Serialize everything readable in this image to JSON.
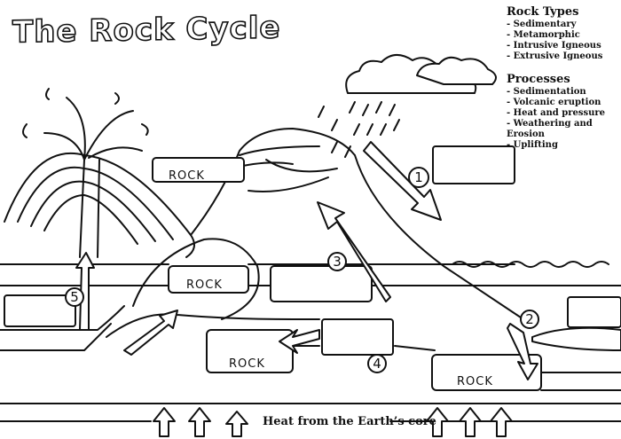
{
  "title": "The Rock Cycle",
  "legend": {
    "rock_types_heading": "Rock Types",
    "rock_types": [
      "Sedimentary",
      "Metamorphic",
      "Intrusive Igneous",
      "Extrusive Igneous"
    ],
    "processes_heading": "Processes",
    "processes": [
      "Sedimentation",
      "Volcanic eruption",
      "Heat and pressure",
      "Weathering and Erosion",
      "Uplifting"
    ]
  },
  "rock_labels": [
    "ROCK",
    "ROCK",
    "ROCK",
    "ROCK"
  ],
  "step_numbers": [
    "1",
    "2",
    "3",
    "4",
    "5"
  ],
  "heat_caption": "Heat from the Earth’s core"
}
